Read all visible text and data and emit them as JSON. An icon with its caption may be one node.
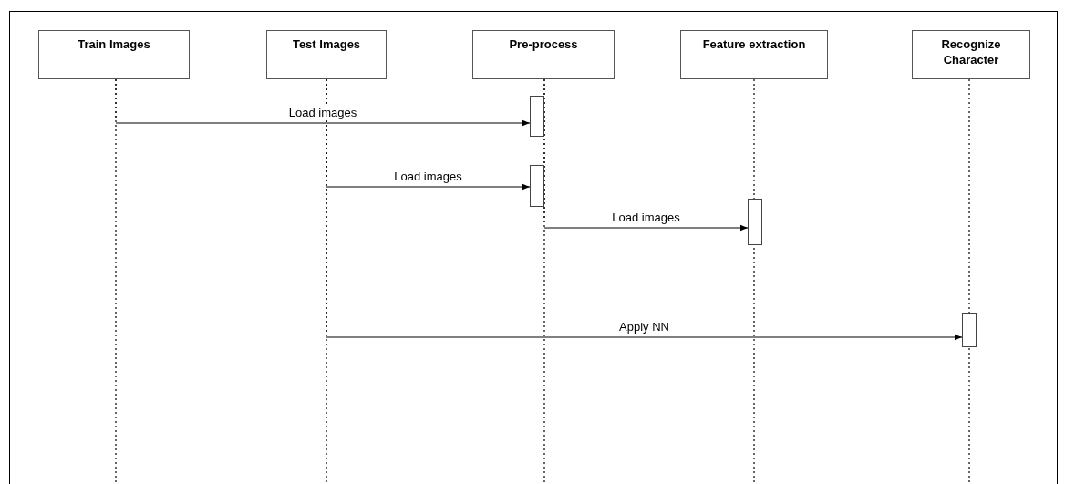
{
  "diagram": {
    "nodes": [
      {
        "text": [
          "Train Images"
        ]
      },
      {
        "text": [
          "Test Images"
        ]
      },
      {
        "text": [
          "Pre-process"
        ]
      },
      {
        "text": [
          "Feature extraction"
        ]
      },
      {
        "text": [
          "Recognize Character"
        ]
      },
      {
        "text": [],
        "shape": "bar"
      },
      {
        "text": [],
        "shape": "bar"
      },
      {
        "text": [],
        "shape": "bar"
      },
      {
        "text": [],
        "shape": "bar"
      }
    ],
    "edges": [
      {
        "from": 0,
        "to": 5,
        "arrow": "to",
        "label": "Load images"
      },
      {
        "from": 1,
        "to": 6,
        "arrow": "to",
        "label": "Load images"
      },
      {
        "from": 2,
        "to": 7,
        "arrow": "to",
        "label": "Load images"
      },
      {
        "from": 1,
        "to": 8,
        "arrow": "to",
        "label": "Apply NN"
      }
    ]
  }
}
